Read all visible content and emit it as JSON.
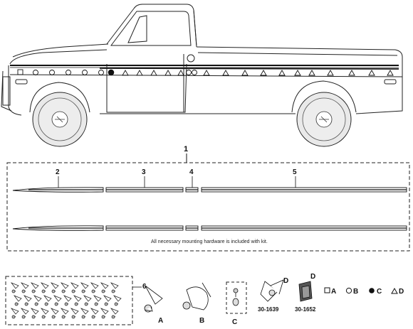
{
  "callouts": {
    "kit": "1",
    "front_fender": "2",
    "door": "3",
    "cab_corner": "4",
    "bed_side": "5",
    "clip_assortment": "6"
  },
  "kit_note": "All necessary mounting hardware is included with kit.",
  "hardware": {
    "a": "A",
    "b": "B",
    "c": "C",
    "d_left": "D",
    "d_right": "D",
    "part_1639": "30-1639",
    "part_1652": "30-1652"
  },
  "legend": [
    {
      "symbol": "square",
      "letter": "A"
    },
    {
      "symbol": "circle",
      "letter": "B"
    },
    {
      "symbol": "dot",
      "letter": "C"
    },
    {
      "symbol": "triangle",
      "letter": "D"
    }
  ]
}
